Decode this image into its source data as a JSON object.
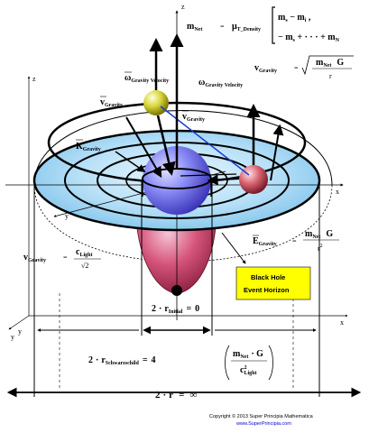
{
  "axes": {
    "z_top": "z",
    "z_left": "z",
    "x_right": "x",
    "x_right_lower": "x",
    "y_left": "y",
    "y_inner": "y",
    "y_bottom_left": "y"
  },
  "equations": {
    "m_net": {
      "lhs": "m",
      "lhs_sub": "Net",
      "eq": "=",
      "mu": "μ",
      "mu_sub": "T_Density",
      "matrix_r1": "m",
      "matrix_r1_sub": "s",
      "matrix_r1_rest": "  −  m",
      "matrix_r1_rest_sub": "i",
      "matrix_r1_tail": "  ,",
      "matrix_r2": "−  m",
      "matrix_r2_sub": "s",
      "matrix_r2_rest": "  +  ·  ·  ·  +  m",
      "matrix_r2_rest_sub": "N"
    },
    "v_gravity": {
      "v": "v",
      "sub": "Gravity",
      "eq": "=",
      "num": "m",
      "num_sub": "Net",
      "num_g": "G",
      "den": "r"
    },
    "omega_label": "ω",
    "omega_sub": "Gravity Velocity",
    "omega_bar_label": "ω",
    "omega_bar_sub": "Gravity Velocity",
    "v_gravity_top_left": "v",
    "v_gravity_top_left_sub": "Gravity",
    "v_gravity_inner": "v",
    "v_gravity_inner_sub": "Gravity",
    "k_gravity": "K",
    "k_gravity_sub": "Gravity",
    "e_gravity": {
      "e": "E",
      "sub": "Gravity",
      "eq": "=",
      "num": "m",
      "num_sub": "Net",
      "num_g": "G",
      "den": "r",
      "den_sup": "2"
    },
    "v_light": {
      "v": "v",
      "sub": "Gravity",
      "eq": "=",
      "num": "c",
      "num_sub": "Light",
      "den": "√2"
    },
    "r_initial": {
      "coef": "2",
      "dot": "·",
      "r": "r",
      "sub": "Initial",
      "eq": "=",
      "rhs": "0"
    },
    "r_schwarzschild": {
      "coef": "2",
      "dot": "·",
      "r": "r",
      "sub": "Schwarzschild",
      "eq": "=",
      "rhs": "4",
      "frac_num": "m",
      "frac_num_sub": "Net",
      "frac_num_g": "· G",
      "frac_den": "c",
      "frac_den_sub": "Light",
      "frac_den_sup": "2"
    },
    "r_infinity": {
      "coef": "2",
      "dot": "·",
      "r": "r",
      "eq": "=",
      "rhs": "∞"
    }
  },
  "black_hole_label": {
    "line1": "Black Hole",
    "line2": "Event Horizon"
  },
  "copyright": "Copyright © 2013 Super Principia Mathematica",
  "url": "www.SuperPrincipia.com",
  "colors": {
    "disk_fill": "#a9d8f3",
    "disk_inner": "#c4e8fb",
    "well_fill": "#c02a5a",
    "sphere_blue": "#6a6cf0",
    "sphere_yellow": "#d2cf2a",
    "sphere_red": "#c84a5a",
    "highlight_box": "#ffff00",
    "connector_line": "#1a3acc"
  }
}
